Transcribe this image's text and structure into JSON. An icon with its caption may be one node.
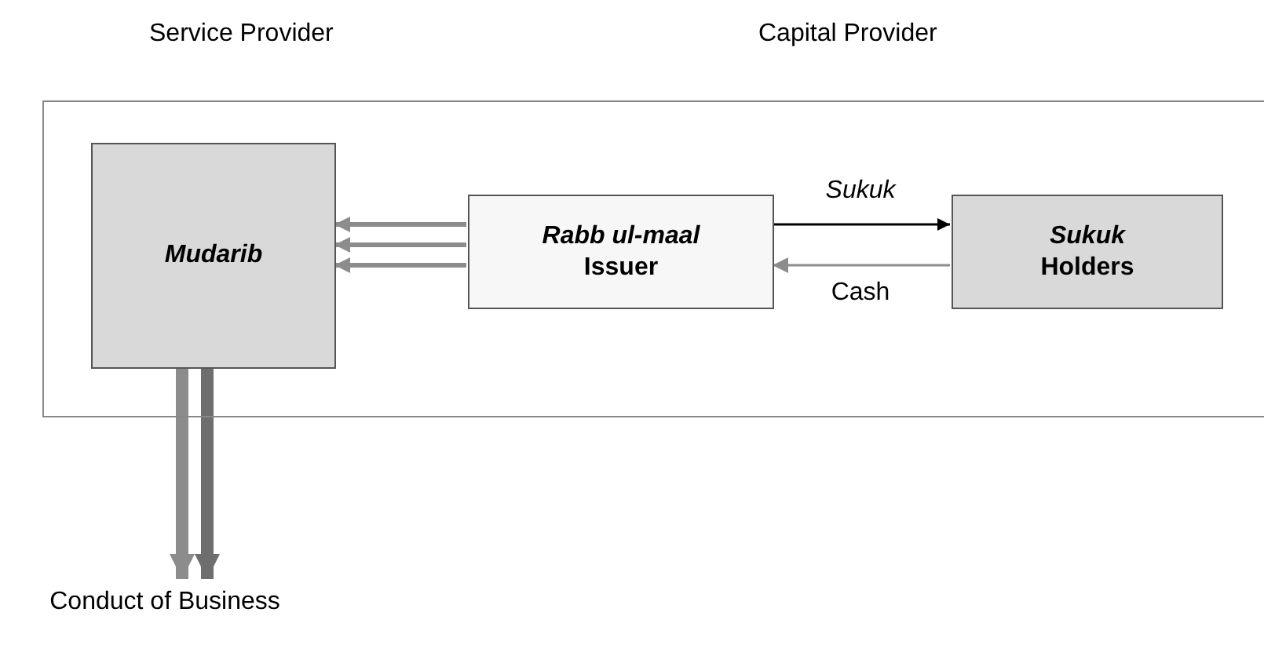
{
  "diagram": {
    "nodes": [
      {
        "text": [],
        "shape": "box"
      },
      {
        "text": [
          "Mudarib"
        ],
        "in": 0
      },
      {
        "text": [
          "Rabb ul-maal",
          "Issuer"
        ],
        "in": 0
      },
      {
        "text": [
          "Sukuk",
          "Holders"
        ],
        "in": 0
      },
      {
        "text": [
          "Conduct of Business"
        ]
      }
    ],
    "edges": [
      {
        "from": 2,
        "to": 1,
        "arrow": "to"
      },
      {
        "from": 2,
        "to": 1,
        "arrow": "to"
      },
      {
        "from": 2,
        "to": 1,
        "arrow": "to"
      },
      {
        "from": 2,
        "to": 3,
        "arrow": "to",
        "label": "Sukuk",
        "color": "#000000"
      },
      {
        "from": 3,
        "to": 2,
        "arrow": "to",
        "label": "Cash"
      },
      {
        "from": 1,
        "to": 4,
        "arrow": "to",
        "style": "thick"
      },
      {
        "from": 1,
        "to": 4,
        "arrow": "to",
        "style": "thick",
        "color": "#6e6e6e"
      }
    ],
    "labels": [
      "Service Provider",
      "Capital Provider"
    ]
  }
}
